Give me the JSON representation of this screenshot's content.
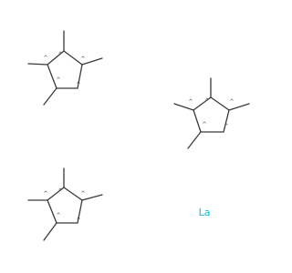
{
  "molecules": [
    {
      "ring_atoms": 5,
      "methyl_substituents": 4,
      "radical_marks": [
        "^",
        "^",
        "^",
        "^",
        "^"
      ]
    },
    {
      "ring_atoms": 5,
      "methyl_substituents": 4,
      "radical_marks": [
        "^",
        "^",
        "^",
        "^",
        "^"
      ]
    },
    {
      "ring_atoms": 5,
      "methyl_substituents": 4,
      "radical_marks": [
        "^",
        "^",
        "^",
        "^",
        "^"
      ]
    }
  ],
  "metal": {
    "symbol": "La",
    "color": "#00bfd8"
  },
  "colors": {
    "bond": "#3a3a3a",
    "radical": "#3a3a3a",
    "background": "#ffffff"
  }
}
